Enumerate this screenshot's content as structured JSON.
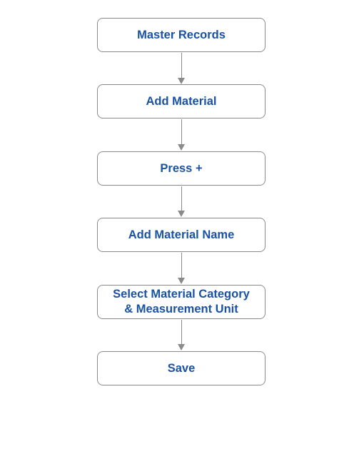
{
  "flowchart": {
    "steps": [
      {
        "label": "Master Records"
      },
      {
        "label": "Add Material"
      },
      {
        "label": "Press +"
      },
      {
        "label": "Add Material Name"
      },
      {
        "label": "Select Material Category\n& Measurement Unit"
      },
      {
        "label": "Save"
      }
    ],
    "colors": {
      "text": "#1a52a3",
      "border": "#8a8a8a",
      "connector": "#8a8a8a",
      "background": "#ffffff"
    }
  }
}
